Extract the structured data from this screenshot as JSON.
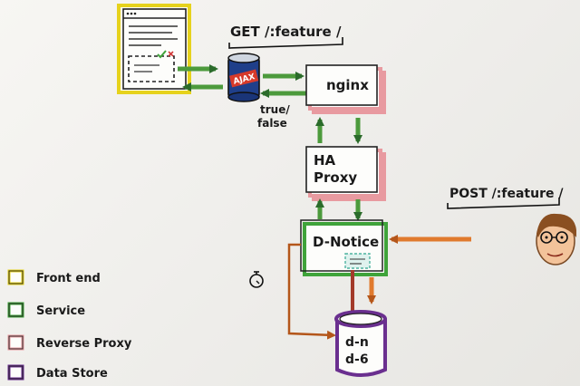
{
  "requests": {
    "get": "GET /:feature /",
    "post": "POST /:feature /"
  },
  "nodes": {
    "nginx": "nginx",
    "haproxy_line1": "HA",
    "haproxy_line2": "Proxy",
    "dnotice": "D-Notice",
    "db_line1": "d-n",
    "db_line2": "d-6",
    "js_label": "AJAX",
    "response": "true/\nfalse"
  },
  "legend": [
    {
      "label": "Front end",
      "color": "#e6d21c"
    },
    {
      "label": "Service",
      "color": "#3fa33a"
    },
    {
      "label": "Reverse Proxy",
      "color": "#e89aa0"
    },
    {
      "label": "Data Store",
      "color": "#6a2f8f"
    }
  ],
  "colors": {
    "frontend": "#e6d21c",
    "service": "#3fa33a",
    "proxy": "#e89aa0",
    "datastore": "#6a2f8f",
    "flow_green": "#4c9a3c",
    "flow_orange": "#e07a2e"
  },
  "icons": [
    "browser-window-icon",
    "ajax-can-icon",
    "timer-icon",
    "user-face-icon"
  ]
}
